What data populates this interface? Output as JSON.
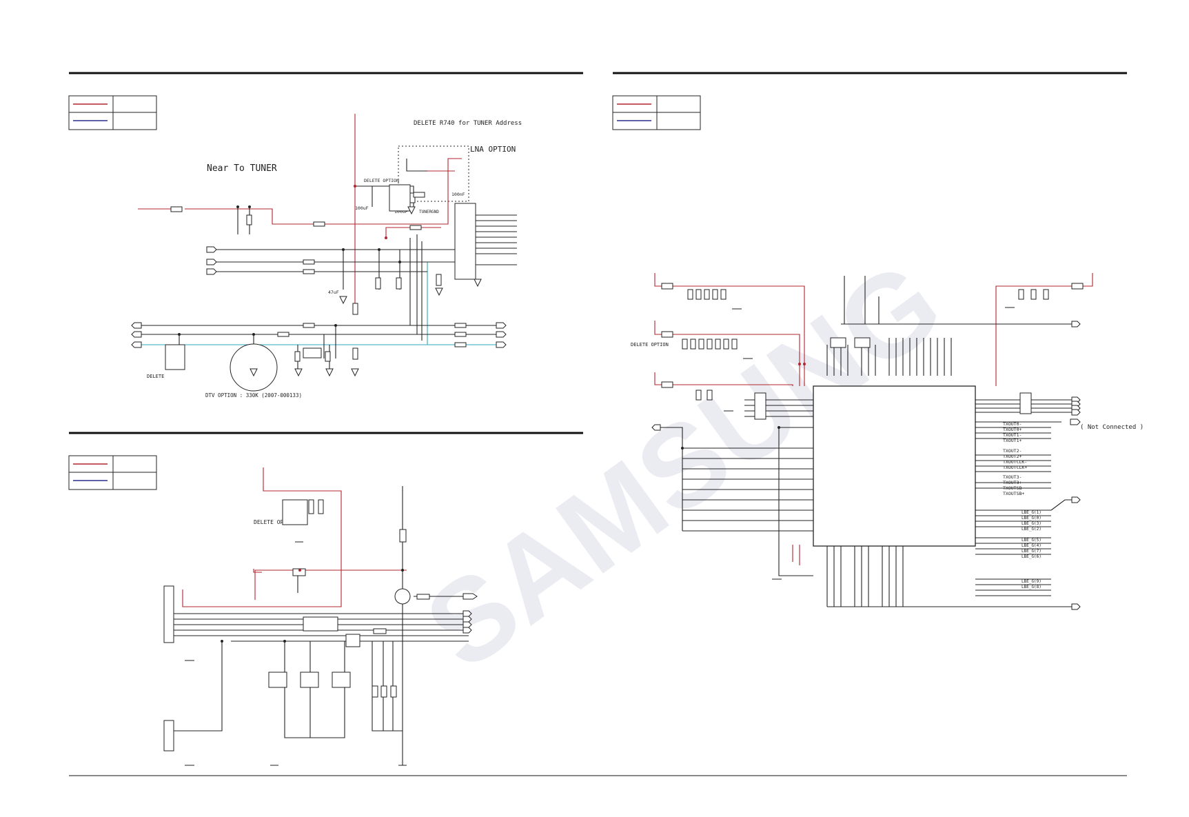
{
  "colors": {
    "page_bg": "#ffffff",
    "wire_power": "#b0242e",
    "wire_signal": "#222222",
    "wire_ground": "#2a2d8c",
    "wire_highlight": "#2fa7b8",
    "rule": "#111111",
    "watermark": "#dcdce8"
  },
  "tuner": {
    "near_tuner_note": "Near To TUNER",
    "delete_r740_note": "DELETE R740 for TUNER Address",
    "lna_option_label": "LNA OPTION",
    "delete_option_label": "DELETE OPTION",
    "tunergnd_label": "TUNERGND",
    "cap_100uf_a": "100uF",
    "cap_100uf_b": "100uF",
    "cap_100nf": "100nF",
    "cap_47uf": "47uF",
    "delete_label": "DELETE",
    "dtv_option_note": "DTV OPTION : 330K (2007-000133)"
  },
  "power": {
    "delete_option_label": "DELETE OPTION"
  },
  "scaler": {
    "delete_option_label": "DELETE OPTION",
    "not_connected_label": "( Not Connected )",
    "lvds_labels": [
      "TXOUT0-",
      "TXOUT0+",
      "TXOUT1-",
      "TXOUT1+",
      "TXOUT2-",
      "TXOUT2+",
      "TXOUTCLK-",
      "TXOUTCLK+",
      "TXOUT3-",
      "TXOUT3+",
      "TXOUTSB-",
      "TXOUTSB+"
    ],
    "right_bus_labels": [
      "LBE_G(1)",
      "LBE_G(0)",
      "LBE_G(3)",
      "LBE_G(2)",
      "LBE_G(5)",
      "LBE_G(4)",
      "LBE_G(7)",
      "LBE_G(6)",
      "LBE_G(9)",
      "LBE_G(8)"
    ]
  },
  "watermark": {
    "text": "SAMSUNG"
  }
}
